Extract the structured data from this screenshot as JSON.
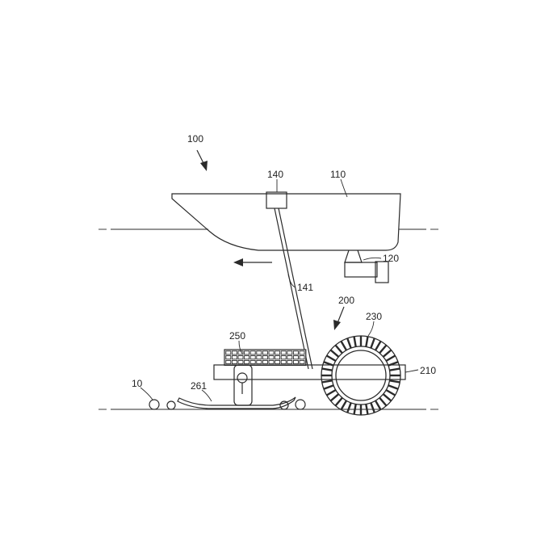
{
  "labels": {
    "l100": "100",
    "l110": "110",
    "l120": "120",
    "l140": "140",
    "l141": "141",
    "l200": "200",
    "l210": "210",
    "l230": "230",
    "l250": "250",
    "l261": "261",
    "l10": "10"
  },
  "colors": {
    "line": "#2a2a2a",
    "background": "#ffffff"
  }
}
